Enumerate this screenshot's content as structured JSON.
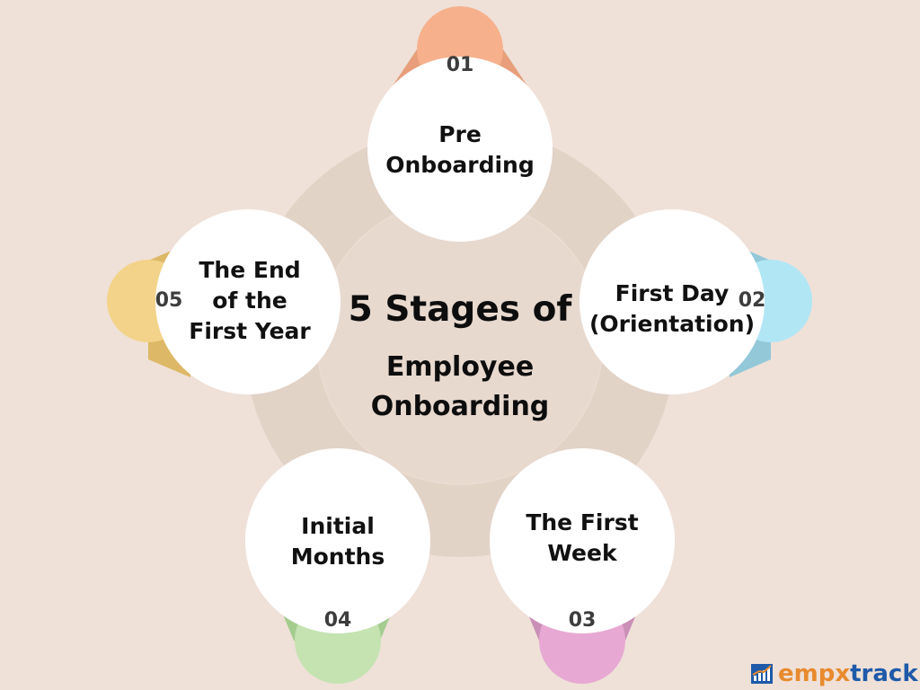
{
  "title": {
    "line1": "5 Stages of",
    "line2": "Employee",
    "line3": "Onboarding"
  },
  "stages": [
    {
      "number": "01",
      "lines": [
        "Pre",
        "Onboarding"
      ],
      "accent": "#f3a27c"
    },
    {
      "number": "02",
      "lines": [
        "First Day",
        "(Orientation)"
      ],
      "accent": "#a9dcef"
    },
    {
      "number": "03",
      "lines": [
        "The First",
        "Week"
      ],
      "accent": "#dfa3cc"
    },
    {
      "number": "04",
      "lines": [
        "Initial",
        "Months"
      ],
      "accent": "#b9dca4"
    },
    {
      "number": "05",
      "lines": [
        "The End",
        "of the",
        "First Year"
      ],
      "accent": "#f1d07e"
    }
  ],
  "brand": {
    "part1": "empx",
    "part2": "track"
  },
  "colors": {
    "background": "#efe1d8",
    "ring": "#e2d3c7",
    "circle": "#ffffff"
  }
}
